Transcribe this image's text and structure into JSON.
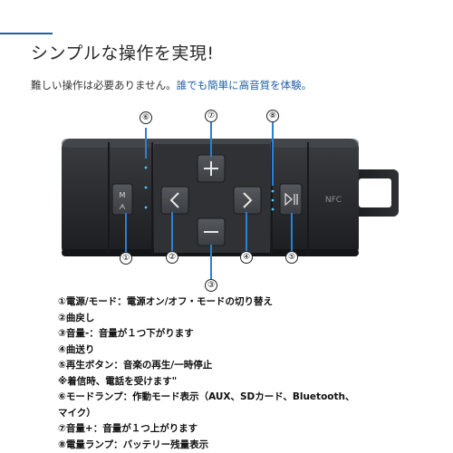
{
  "headline": "シンプルな操作を実現!",
  "subline": {
    "normal": "難しい操作は必要ありません。",
    "accent": "誰でも簡単に高音質を体験。"
  },
  "device": {
    "nfc_label": "NFC",
    "mode_label_top": "M",
    "mode_label_bottom": "ᗅ"
  },
  "callouts": {
    "c1": "①",
    "c2": "②",
    "c3": "③",
    "c4": "④",
    "c5": "⑤",
    "c6": "⑥",
    "c7": "⑦",
    "c8": "⑧"
  },
  "specs": [
    "①電源/モード：電源オン/オフ・モードの切り替え",
    "②曲戻し",
    "③音量-：音量が１つ下がります",
    "④曲送り",
    "⑤再生ボタン：音楽の再生/一時停止",
    "※着信時、電話を受けます\"",
    "⑥モードランプ：作動モード表示（AUX、SDカード、Bluetooth、",
    "マイク）",
    "⑦音量+：音量が１つ上がります",
    "⑧電量ランプ：バッテリー残量表示"
  ],
  "colors": {
    "accent": "#1f5fa8",
    "device_body": "#2b2d30",
    "callout_line": "#2d7fd0",
    "led": "#4fc3f7"
  }
}
